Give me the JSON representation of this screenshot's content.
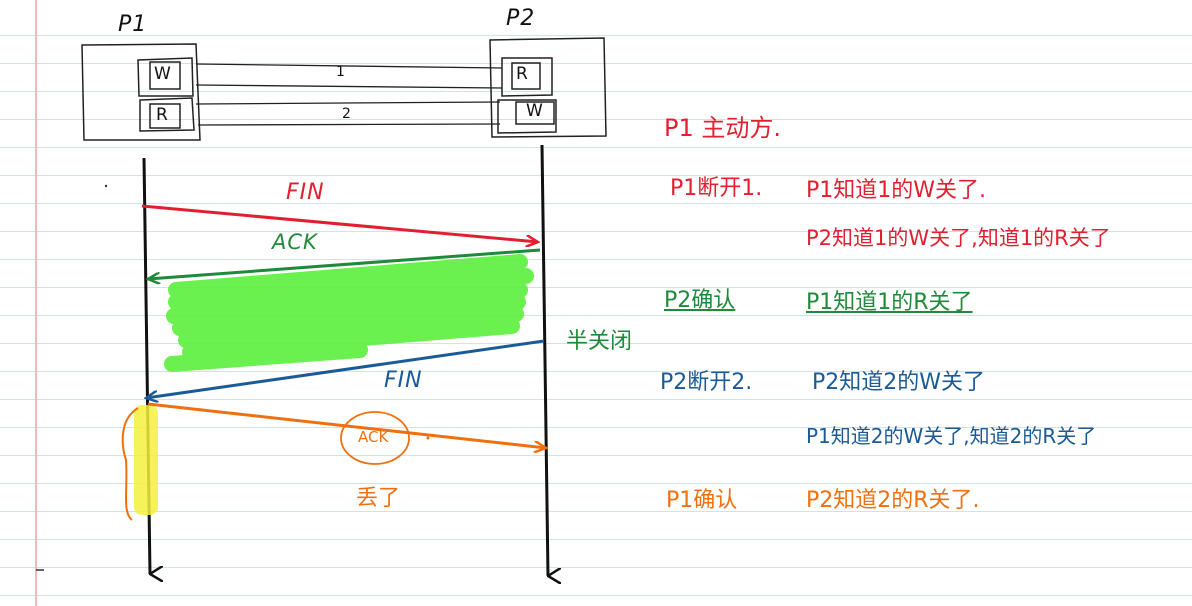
{
  "processes": {
    "p1": "P1",
    "p2": "P2"
  },
  "pipe_labels": {
    "write": "W",
    "read": "R",
    "pipe1": "1",
    "pipe2": "2"
  },
  "messages": {
    "fin1": "FIN",
    "ack1": "ACK",
    "fin2": "FIN",
    "ack2": "ACK",
    "lost": "丢了",
    "close": "半关闭"
  },
  "notes": {
    "initiator": "P1 主动方.",
    "step1_action": "P1断开1.",
    "step1_line1": "P1知道1的W关了.",
    "step1_line2": "P2知道1的W关了,知道1的R关了",
    "step2_action": "P2确认",
    "step2_line1": "P1知道1的R关了",
    "step3_action": "P2断开2.",
    "step3_line1": "P2知道2的W关了",
    "step3_line2": "P1知道2的W关了,知道2的R关了",
    "step4_action": "P1确认",
    "step4_line1": "P2知道2的R关了."
  },
  "colors": {
    "red": "#e02030",
    "green": "#1e8a3a",
    "blue": "#1a5a96",
    "orange": "#f07010",
    "ink": "#111111",
    "highlight_green": "#5af03c",
    "highlight_yellow": "#f4f03c"
  }
}
